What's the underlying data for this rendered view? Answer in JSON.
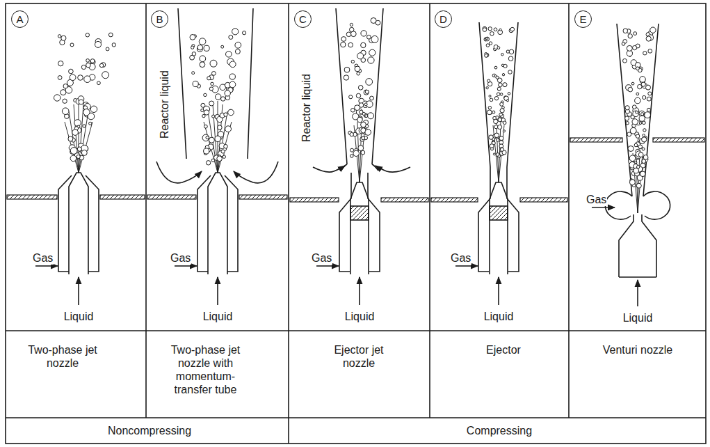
{
  "diagram": {
    "nodes": [
      {
        "text": [
          "A"
        ]
      },
      {
        "text": [
          "B"
        ]
      },
      {
        "text": [
          "C"
        ]
      },
      {
        "text": [
          "D"
        ]
      },
      {
        "text": [
          "E"
        ]
      },
      {
        "text": [
          "Two-phase jet nozzle"
        ]
      },
      {
        "text": [
          "Two-phase jet nozzle with momentum-transfer tube"
        ]
      },
      {
        "text": [
          "Ejector jet nozzle"
        ]
      },
      {
        "text": [
          "Ejector"
        ]
      },
      {
        "text": [
          "Venturi nozzle"
        ]
      },
      {
        "text": [
          "Noncompressing"
        ]
      },
      {
        "text": [
          "Compressing"
        ]
      }
    ],
    "labels": [
      "Gas",
      "Liquid",
      "Reactor liquid",
      "Gas",
      "Liquid",
      "Reactor liquid",
      "Gas",
      "Liquid",
      "Gas",
      "Liquid",
      "Gas",
      "Liquid"
    ]
  }
}
